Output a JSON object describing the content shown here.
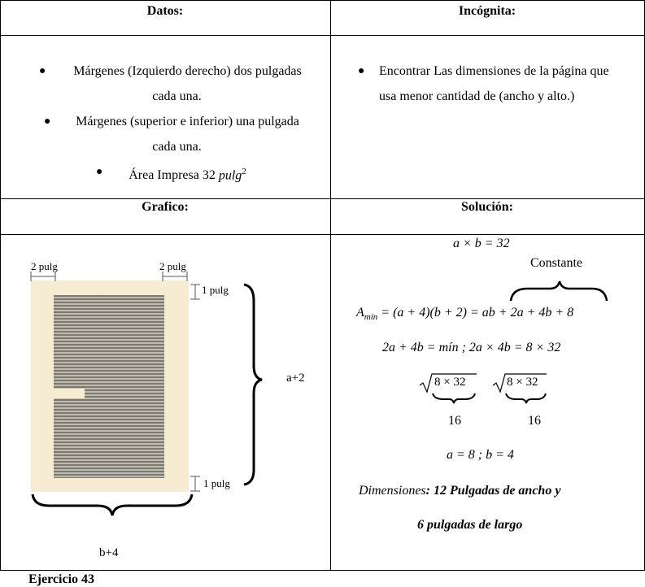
{
  "headers": {
    "datos": "Datos:",
    "incognita": "Incógnita:",
    "grafico": "Grafico:",
    "solucion": "Solución:"
  },
  "datos_items": [
    "Márgenes (Izquierdo derecho) dos pulgadas",
    "cada una.",
    "Márgenes (superior e inferior) una pulgada",
    "cada una.",
    "Área Impresa 32"
  ],
  "area_unit": "pulg",
  "area_exp": "2",
  "incognita_lines": [
    "Encontrar Las dimensiones de la página que",
    "usa menor cantidad de (ancho y alto.)"
  ],
  "figure": {
    "left_margin": "2 pulg",
    "right_margin": "2 pulg",
    "top_margin": "1 pulg",
    "bottom_margin": "1 pulg",
    "height_label": "a+2",
    "width_label": "b+4"
  },
  "solution": {
    "eq1": "a × b = 32",
    "constante": "Constante",
    "eq2_lhs": "A",
    "eq2_sub": "mín",
    "eq2_rhs": " = (a + 4)(b + 2) = ab + 2a + 4b + 8",
    "eq3": "2a + 4b = mín ; 2a × 4b = 8 × 32",
    "sqrt_arg": "8 × 32",
    "val_left": "16",
    "val_right": "16",
    "eq4": "a = 8  ; b = 4",
    "dim_label": "Dimensiones",
    "dim_line1": ": 12 Pulgadas de ancho y",
    "dim_line2": "6 pulgadas de largo"
  },
  "footer": "Ejercicio 43"
}
